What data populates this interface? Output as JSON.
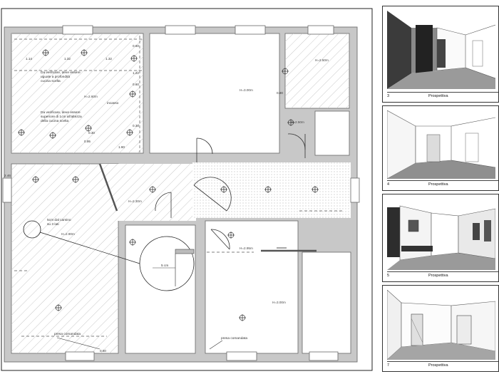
{
  "plan": {
    "room_heights": {
      "kitchen": "H=2.60m",
      "living": "H=3.00m",
      "bath": "H=2.50m",
      "bedroom_left": "H=2.90m",
      "corridor": "H=2.30m",
      "hall": "H=2.95m",
      "bedroom_right": "H=3.00m",
      "closet": "H=2.50m"
    },
    "dims": {
      "d1": "1.14",
      "d2": "1.32",
      "d3": "1.32",
      "d4": "0.60",
      "d5": "1.22",
      "d6": "0.60",
      "d7": "0.30",
      "d8": "0.30",
      "d9": "0.95",
      "d10": "2.46",
      "d11": "0.90",
      "d12": "0.60",
      "d13": "1.60"
    },
    "notes": {
      "kitchen_note1": [
        "Da verificare, deve essere",
        "uguale a profondità",
        "cucina scelta"
      ],
      "kitchen_note2": [
        "Da verificare, deve essere",
        "superiore di 1cm all'altezza",
        "della cucina scelta"
      ],
      "incasso": "incasso",
      "camino": [
        "5cm dal camino",
        "su 3 lati"
      ],
      "detail_dim": "5 cm",
      "presa_left": "presa comandata",
      "presa_right": "presa comandata"
    }
  },
  "views": [
    {
      "number": "3",
      "label": "Prospettiva"
    },
    {
      "number": "4",
      "label": "Prospettiva"
    },
    {
      "number": "5",
      "label": "Prospettiva"
    },
    {
      "number": "7",
      "label": "Prospettiva"
    }
  ]
}
